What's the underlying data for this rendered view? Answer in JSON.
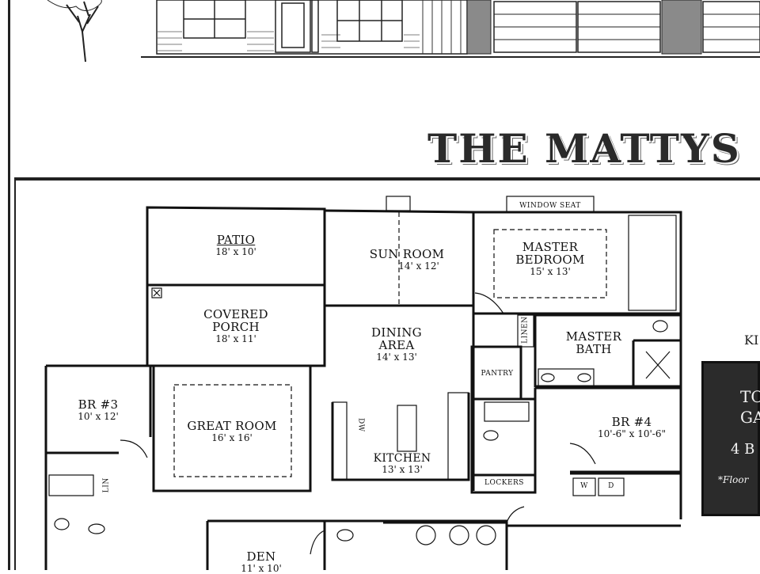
{
  "title": "THE MATTYS",
  "side_text": {
    "right_label": "KI"
  },
  "info_box": {
    "line1": "TO",
    "line2": "GA",
    "line3": "4 B",
    "note": "*Floor"
  },
  "rooms": {
    "patio": {
      "name": "PATIO",
      "size": "18' x 10'"
    },
    "sun_room": {
      "name": "SUN ROOM",
      "size": "14' x 12'"
    },
    "master_bedroom": {
      "name_line1": "MASTER",
      "name_line2": "BEDROOM",
      "size": "15' x 13'"
    },
    "window_seat": {
      "name": "WINDOW SEAT"
    },
    "covered_porch": {
      "name_line1": "COVERED",
      "name_line2": "PORCH",
      "size": "18' x 11'"
    },
    "dining_area": {
      "name_line1": "DINING",
      "name_line2": "AREA",
      "size": "14' x 13'"
    },
    "linen": {
      "name": "LINEN"
    },
    "master_bath": {
      "name_line1": "MASTER",
      "name_line2": "BATH"
    },
    "pantry": {
      "name": "PANTRY"
    },
    "br3": {
      "name": "BR #3",
      "size": "10' x 12'"
    },
    "great_room": {
      "name": "GREAT ROOM",
      "size": "16' x 16'"
    },
    "dw": {
      "name": "DW"
    },
    "kitchen": {
      "name": "KITCHEN",
      "size": "13' x 13'"
    },
    "br4": {
      "name": "BR #4",
      "size": "10'-6\" x 10'-6\""
    },
    "lockers": {
      "name": "LOCKERS"
    },
    "washer": {
      "name": "W"
    },
    "dryer": {
      "name": "D"
    },
    "lin_small": {
      "name": "LIN"
    },
    "den": {
      "name": "DEN",
      "size": "11' x 10'"
    }
  }
}
